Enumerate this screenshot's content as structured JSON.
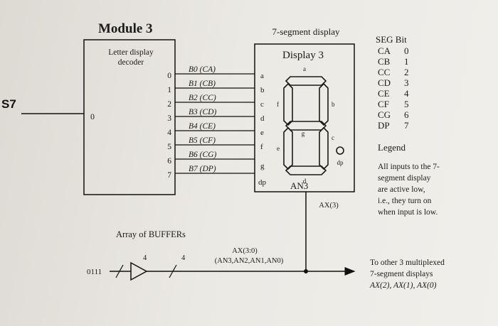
{
  "module": {
    "title": "Module 3",
    "label_line1": "Letter display",
    "label_line2": "decoder",
    "input_index": "0",
    "output_indices": [
      "0",
      "1",
      "2",
      "3",
      "4",
      "5",
      "6",
      "7"
    ]
  },
  "input_signal": "S7",
  "bus_lines": [
    "B0 (CA)",
    "B1 (CB)",
    "B2 (CC)",
    "B3 (CD)",
    "B4 (CE)",
    "B5 (CF)",
    "B6 (CG)",
    "B7 (DP)"
  ],
  "display": {
    "heading": "7-segment display",
    "title": "Display 3",
    "input_letters": [
      "a",
      "b",
      "c",
      "d",
      "e",
      "f",
      "g",
      "dp"
    ],
    "segment_labels": {
      "a": "a",
      "b": "b",
      "c": "c",
      "d": "d",
      "e": "e",
      "f": "f",
      "g": "g",
      "dp": "dp"
    },
    "anode_label": "AN3",
    "anode_signal": "AX(3)"
  },
  "seg_bit_table": {
    "header": "SEG Bit",
    "rows": [
      {
        "seg": "CA",
        "bit": "0"
      },
      {
        "seg": "CB",
        "bit": "1"
      },
      {
        "seg": "CC",
        "bit": "2"
      },
      {
        "seg": "CD",
        "bit": "3"
      },
      {
        "seg": "CE",
        "bit": "4"
      },
      {
        "seg": "CF",
        "bit": "5"
      },
      {
        "seg": "CG",
        "bit": "6"
      },
      {
        "seg": "DP",
        "bit": "7"
      }
    ]
  },
  "legend": {
    "title": "Legend",
    "lines": [
      "All inputs to the 7-",
      "segment display",
      "are active low,",
      "i.e., they turn on",
      "when input is low."
    ]
  },
  "buffer": {
    "label": "Array of BUFFERs",
    "input_value": "0111",
    "width_in": "4",
    "width_out": "4",
    "bus_label_line1": "AX(3:0)",
    "bus_label_line2": "(AN3,AN2,AN1,AN0)"
  },
  "note": {
    "lines": [
      "To other 3 multiplexed",
      "7-segment displays",
      "AX(2), AX(1), AX(0)"
    ]
  }
}
